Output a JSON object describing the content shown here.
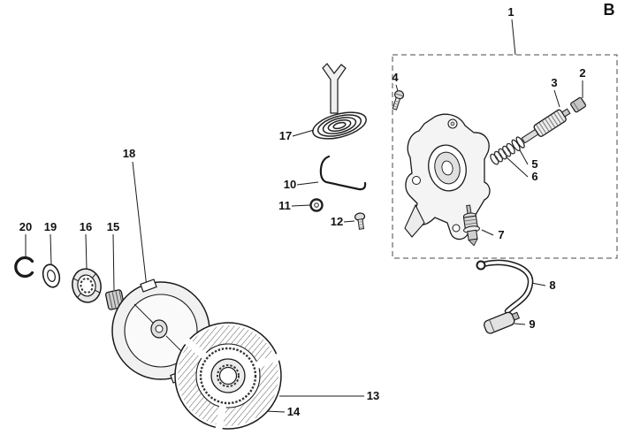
{
  "figure": {
    "section_label": "B",
    "callouts": [
      {
        "number": "1"
      },
      {
        "number": "2"
      },
      {
        "number": "3"
      },
      {
        "number": "4"
      },
      {
        "number": "5"
      },
      {
        "number": "6"
      },
      {
        "number": "7"
      },
      {
        "number": "8"
      },
      {
        "number": "9"
      },
      {
        "number": "10"
      },
      {
        "number": "11"
      },
      {
        "number": "12"
      },
      {
        "number": "13"
      },
      {
        "number": "14"
      },
      {
        "number": "15"
      },
      {
        "number": "16"
      },
      {
        "number": "17"
      },
      {
        "number": "18"
      },
      {
        "number": "19"
      },
      {
        "number": "20"
      }
    ]
  }
}
